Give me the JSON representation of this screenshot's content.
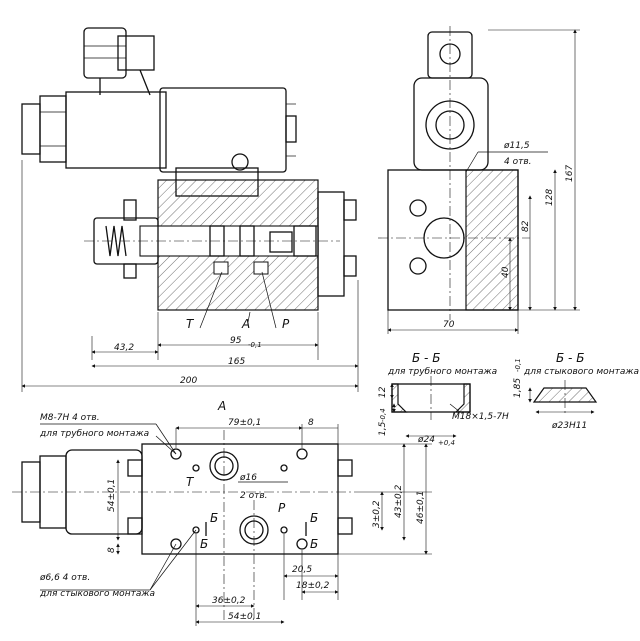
{
  "views": {
    "front": {
      "ports": {
        "t": "T",
        "a": "A",
        "p": "P"
      },
      "dims": {
        "d43": "43,2",
        "d95": "95",
        "d95_tol": "-0,1",
        "d165": "165",
        "d200": "200"
      }
    },
    "side": {
      "dims": {
        "d11": "ø11,5",
        "d11_sub": "4 отв.",
        "d167": "167",
        "d128": "128",
        "d82": "82",
        "d40": "40",
        "d70": "70"
      }
    },
    "section_pipe": {
      "title": "Б - Б",
      "subtitle": "для трубного монтажа",
      "dims": {
        "d12": "12",
        "d15": "1,5",
        "d15_tol": "-0,4",
        "d24": "ø24",
        "d24_tol": "+0,4",
        "thread": "M18×1,5-7H"
      }
    },
    "section_flange": {
      "title": "Б - Б",
      "subtitle": "для стыкового монтажа",
      "dims": {
        "d185": "1,85",
        "d185_tol": "-0,1",
        "d23": "ø23H11"
      }
    },
    "top": {
      "view_label": "А",
      "ports": {
        "t": "T",
        "p": "P",
        "b1": "Б",
        "b2": "Б",
        "b3": "Б",
        "b4": "Б"
      },
      "notes": {
        "m8": "M8-7H 4 отв.",
        "m8_sub": "для трубного монтажа",
        "d66": "ø6,6 4 отв.",
        "d66_sub": "для стыкового монтажа"
      },
      "dims": {
        "d79": "79±0,1",
        "d8a": "8",
        "d16": "ø16",
        "d16_sub": "2 отв.",
        "d54v": "54±0,1",
        "d8b": "8",
        "d3": "3±0,2",
        "d43v": "43±0,2",
        "d46": "46±0,1",
        "d205": "20,5",
        "d18": "18±0,2",
        "d36": "36±0,2",
        "d54h": "54±0,1"
      }
    }
  }
}
